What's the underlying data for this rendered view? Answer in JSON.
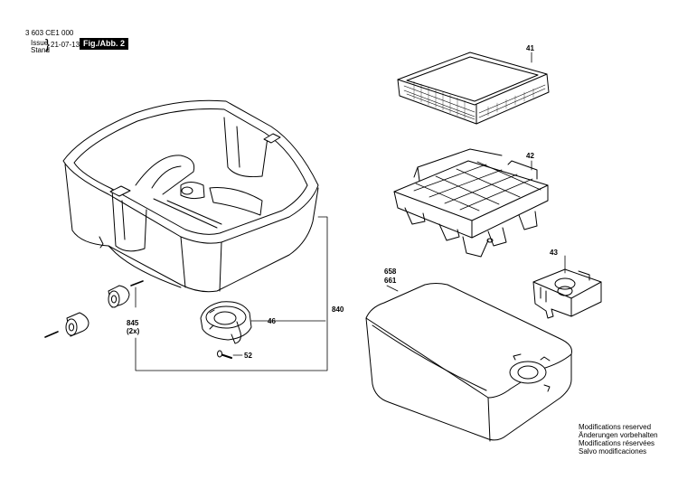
{
  "header": {
    "doc_number": "3 603 CE1 000",
    "issue_label": "Issue",
    "stand_label": "Stand",
    "issue_date": "21-07-13",
    "figure_label": "Fig./Abb. 2"
  },
  "parts": {
    "p41": "41",
    "p42": "42",
    "p43": "43",
    "p658": "658",
    "p661": "661",
    "p840": "840",
    "p46": "46",
    "p52": "52",
    "p845": "845",
    "p845_qty": "(2x)"
  },
  "footer": {
    "line1": "Modifications reserved",
    "line2": "Änderungen vorbehalten",
    "line3": "Modifications réservées",
    "line4": "Salvo modificaciones"
  }
}
